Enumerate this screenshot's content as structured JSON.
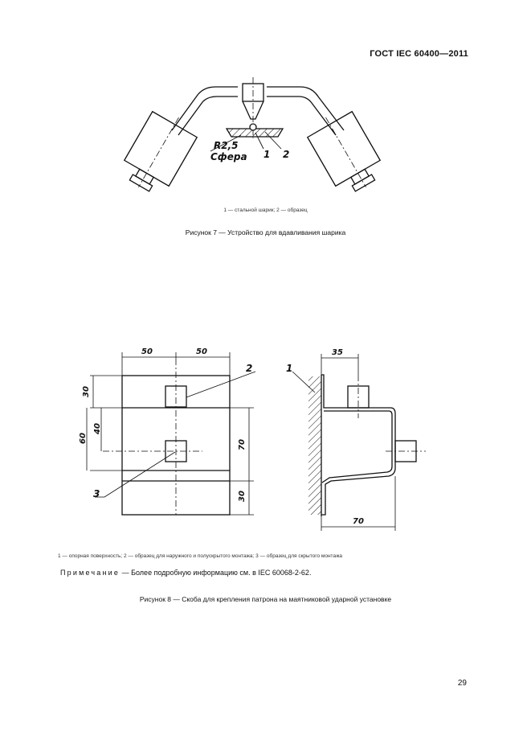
{
  "header": {
    "standard": "ГОСТ IEC 60400—2011"
  },
  "figure7": {
    "legend": "1 — стальной шарик; 2 — образец",
    "caption": "Рисунок 7 — Устройство для вдавливания шарика",
    "radius_label": "R2,5",
    "sphere_label": "Сфера",
    "callouts": [
      "1",
      "2"
    ]
  },
  "figure8": {
    "dims": {
      "width_left": "50",
      "width_right": "50",
      "top_offset": "30",
      "hole_spacing": "40",
      "left_total": "60",
      "right_height": "70",
      "bottom_offset": "30",
      "side_offset": "35",
      "side_depth": "70"
    },
    "callouts": [
      "1",
      "2",
      "3"
    ],
    "legend": "1 — опорная поверхность; 2 — образец для наружного и полускрытого монтажа; 3 — образец для скрытого монтажа",
    "note_label": "Примечание",
    "note_text": " — Более подробную информацию см. в IEC 60068-2-62.",
    "caption": "Рисунок 8 — Скоба для крепления патрона на маятниковой ударной установке"
  },
  "page_number": "29"
}
